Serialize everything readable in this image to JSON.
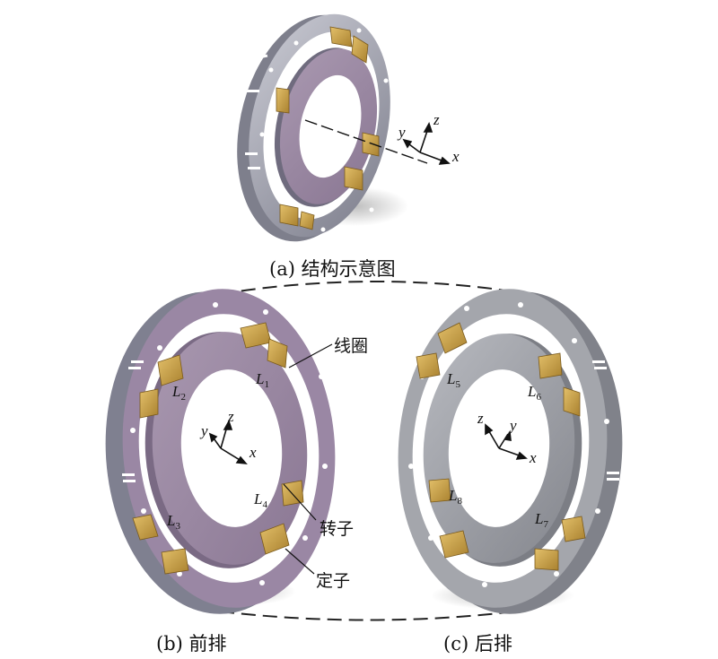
{
  "captions": {
    "a": "(a) 结构示意图",
    "b": "(b) 前排",
    "c": "(c) 后排"
  },
  "annotations": {
    "coil": "线圈",
    "rotor": "转子",
    "stator": "定子"
  },
  "axes": {
    "x": "x",
    "y": "y",
    "z": "z"
  },
  "coils": {
    "front": [
      {
        "letter": "L",
        "sub": "1"
      },
      {
        "letter": "L",
        "sub": "2"
      },
      {
        "letter": "L",
        "sub": "3"
      },
      {
        "letter": "L",
        "sub": "4"
      }
    ],
    "back": [
      {
        "letter": "L",
        "sub": "5"
      },
      {
        "letter": "L",
        "sub": "6"
      },
      {
        "letter": "L",
        "sub": "7"
      },
      {
        "letter": "L",
        "sub": "8"
      }
    ]
  },
  "colors": {
    "stator_front": "#8e8fa0",
    "rotor_front": "#9a86a3",
    "stator_back": "#9c9ea4",
    "coil": "#c8a04a"
  }
}
